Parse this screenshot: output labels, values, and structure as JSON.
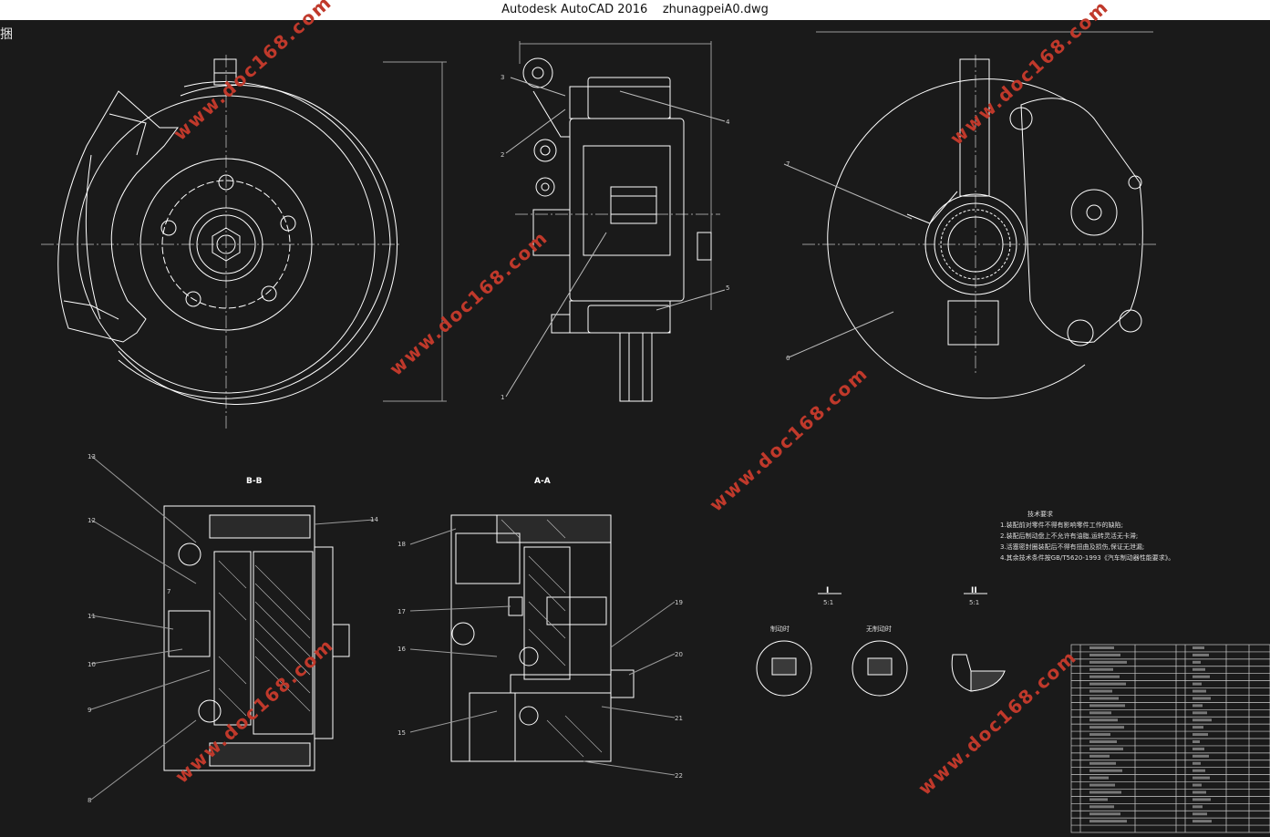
{
  "window": {
    "app_name": "Autodesk AutoCAD 2016",
    "file_name": "zhunagpeiA0.dwg",
    "title": "Autodesk AutoCAD 2016    zhunagpeiA0.dwg"
  },
  "canvas": {
    "corner_glyph": "捆",
    "background_color": "#1a1a1a",
    "line_color": "#ffffff"
  },
  "watermark": {
    "text": "www.doc168.com",
    "color": "#c0392b"
  },
  "views": {
    "front_view": {
      "name": "front-view"
    },
    "side_view": {
      "part_labels": [
        "3",
        "2",
        "4",
        "5",
        "1"
      ]
    },
    "rear_view": {
      "part_labels": [
        "7",
        "6"
      ]
    },
    "section_bb": {
      "title": "B-B",
      "part_labels": [
        "13",
        "12",
        "11",
        "10",
        "9",
        "8",
        "14",
        "7"
      ]
    },
    "section_aa": {
      "title": "A-A",
      "part_labels": [
        "18",
        "17",
        "16",
        "15",
        "19",
        "20",
        "21",
        "22"
      ]
    }
  },
  "details": {
    "detail_1": {
      "mark": "I",
      "scale": "5:1",
      "caption": "制动时"
    },
    "detail_2": {
      "caption": "无制动时"
    },
    "detail_3": {
      "mark": "II",
      "scale": "5:1"
    }
  },
  "technical_requirements": {
    "title": "技术要求",
    "items": [
      "1.装配前对零件不得有影响零件工作的缺陷;",
      "2.装配后制动盘上不允许有油脂,运转灵活无卡滞;",
      "3.活塞密封圈装配后不得有扭曲及损伤,保证无泄漏;",
      "4.其余技术条件按GB/T5620-1993《汽车制动器性能要求》。"
    ]
  },
  "title_block": {
    "rows": 26
  }
}
